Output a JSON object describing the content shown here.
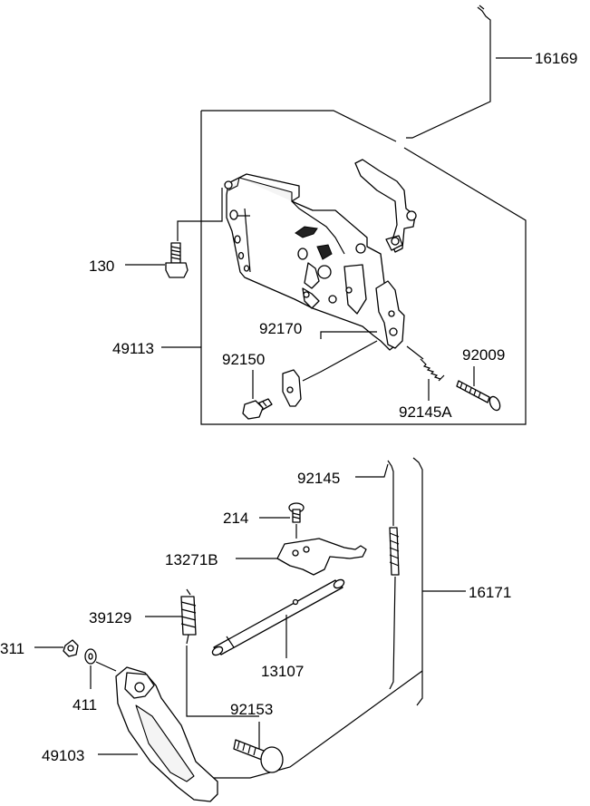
{
  "callouts": {
    "c16169": "16169",
    "c130": "130",
    "c49113": "49113",
    "c92170": "92170",
    "c92150": "92150",
    "c92009": "92009",
    "c92145A": "92145A",
    "c92145": "92145",
    "c214": "214",
    "c13271B": "13271B",
    "c16171": "16171",
    "c39129": "39129",
    "c311": "311",
    "c13107": "13107",
    "c411": "411",
    "c92153": "92153",
    "c49103": "49103"
  }
}
